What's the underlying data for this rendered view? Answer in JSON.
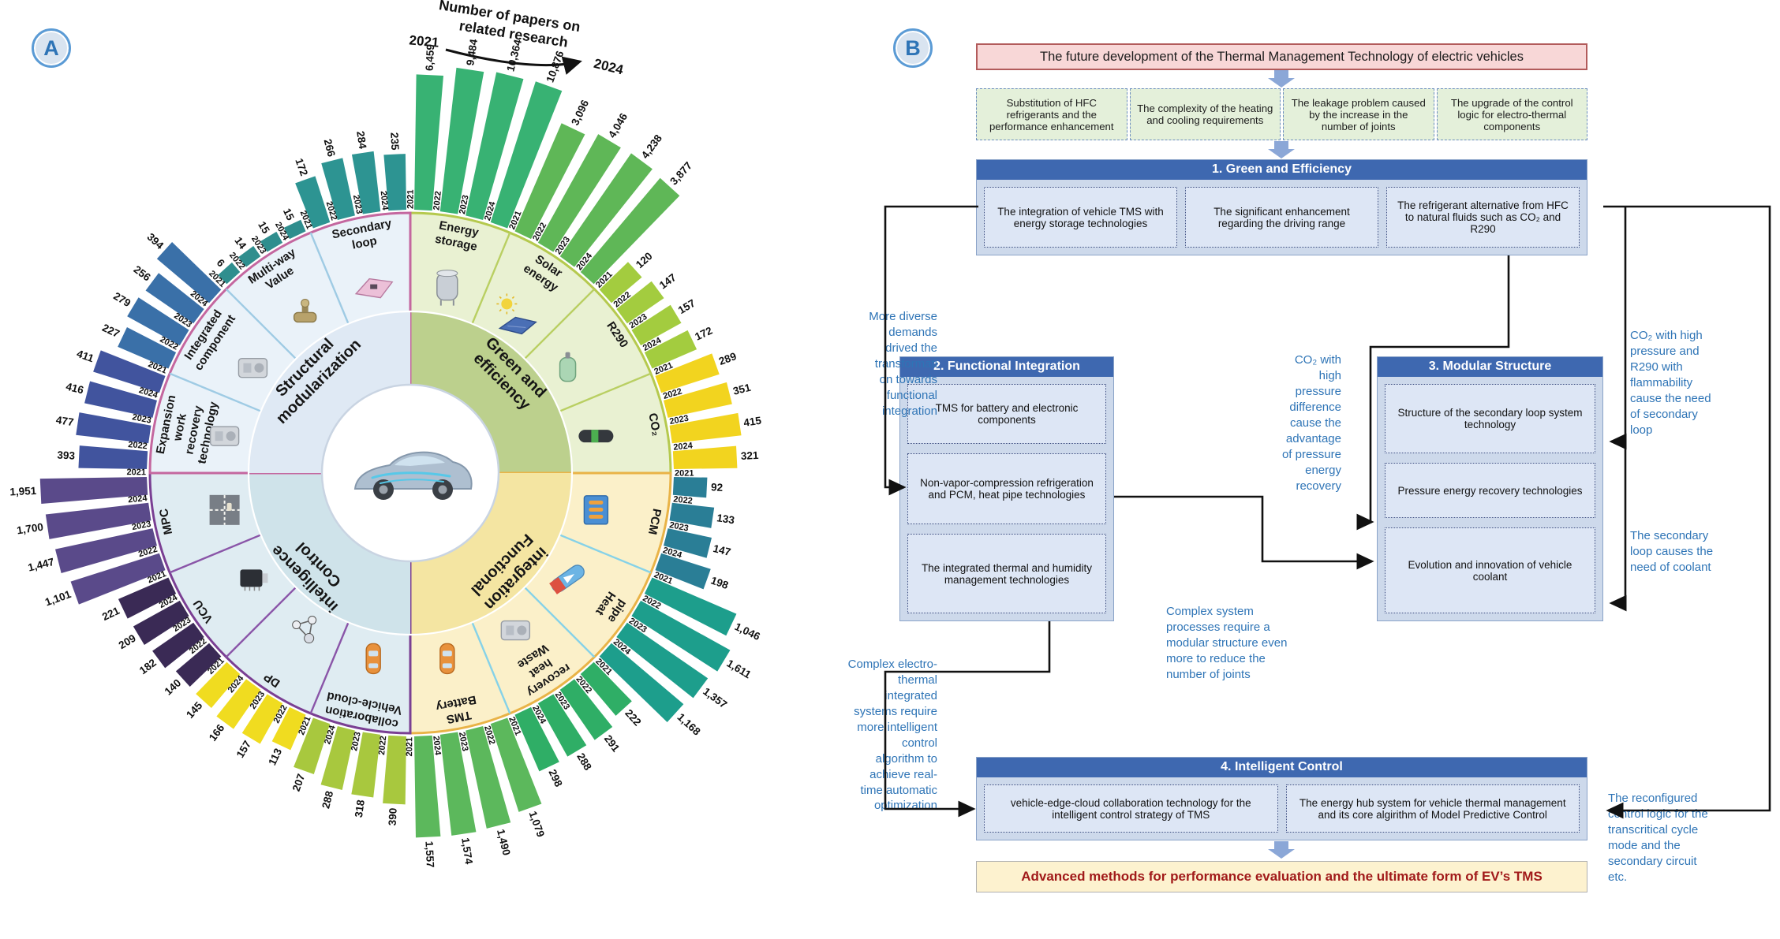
{
  "figure_type": "two-panel scientific figure on EV thermal management technology",
  "panel_a": {
    "badge": "A",
    "title_lines": [
      "Number of papers on",
      "related research"
    ],
    "arrow_start_year": "2021",
    "arrow_end_year": "2024",
    "center_image": "ev-car-thermal-cutaway"
  },
  "chart_data": {
    "type": "radial-bar",
    "title": "Number of papers on related research",
    "years": [
      "2021",
      "2022",
      "2023",
      "2024"
    ],
    "legend_note": "bars per section run clockwise from 2021 to 2024",
    "quadrants": [
      {
        "id": "green",
        "label_lines": [
          "Green and",
          "efficiency"
        ],
        "wedge_fill": "#bcd08d",
        "ring_fill": "#e9f1d2",
        "border": "#b5c94e",
        "divider": "#b9cf62"
      },
      {
        "id": "functional",
        "label_lines": [
          "Functional",
          "integration"
        ],
        "wedge_fill": "#f4e5a2",
        "ring_fill": "#fbf0c9",
        "border": "#e9b347",
        "divider": "#86d2e8"
      },
      {
        "id": "control",
        "label_lines": [
          "Control",
          "intelligence"
        ],
        "wedge_fill": "#cfe3ea",
        "ring_fill": "#dfecf2",
        "border": "#7a3f93",
        "divider": "#8a55a8"
      },
      {
        "id": "structural",
        "label_lines": [
          "Structural",
          "modularization"
        ],
        "wedge_fill": "#dfe9f4",
        "ring_fill": "#eaf2f9",
        "border": "#c4679f",
        "divider": "#9fcbe4"
      }
    ],
    "sections": [
      {
        "name": "Energy storage",
        "label_lines": [
          "Energy",
          "storage"
        ],
        "quadrant": 0,
        "icon": "tank",
        "color": "#38b273",
        "values": [
          6459,
          9484,
          10364,
          10876
        ]
      },
      {
        "name": "Solar energy",
        "label_lines": [
          "Solar",
          "energy"
        ],
        "quadrant": 0,
        "icon": "solar",
        "color": "#5fb757",
        "values": [
          3096,
          4046,
          4238,
          3877
        ]
      },
      {
        "name": "R290",
        "label_lines": [
          "R290"
        ],
        "quadrant": 0,
        "icon": "cylv",
        "color": "#a3cc3f",
        "values": [
          120,
          147,
          157,
          172
        ]
      },
      {
        "name": "CO₂",
        "label_lines": [
          "CO₂"
        ],
        "quadrant": 0,
        "icon": "cylh",
        "color": "#f2d41f",
        "values": [
          289,
          351,
          415,
          321
        ]
      },
      {
        "name": "PCM",
        "label_lines": [
          "PCM"
        ],
        "quadrant": 1,
        "icon": "pcm",
        "color": "#2a7e96",
        "values": [
          92,
          133,
          147,
          198
        ]
      },
      {
        "name": "Heat pipe",
        "label_lines": [
          "Heat",
          "pipe"
        ],
        "quadrant": 1,
        "icon": "pipe",
        "color": "#1d9e8c",
        "values": [
          1046,
          1611,
          1357,
          1168
        ]
      },
      {
        "name": "Waste heat recovery",
        "label_lines": [
          "Waste",
          "heat",
          "recovery"
        ],
        "quadrant": 1,
        "icon": "machine",
        "color": "#2fae66",
        "values": [
          222,
          291,
          288,
          298
        ]
      },
      {
        "name": "Battery TMS",
        "label_lines": [
          "Battery",
          "TMS"
        ],
        "quadrant": 1,
        "icon": "cartop",
        "color": "#5cb85c",
        "values": [
          1079,
          1490,
          1574,
          1557
        ]
      },
      {
        "name": "Vehicle-cloud collaboration",
        "label_lines": [
          "Vehicle-cloud",
          "collaboration"
        ],
        "quadrant": 2,
        "icon": "cartop",
        "color": "#a8c83e",
        "values": [
          390,
          318,
          288,
          207
        ]
      },
      {
        "name": "DP",
        "label_lines": [
          "DP"
        ],
        "quadrant": 2,
        "icon": "nodes",
        "color": "#f0dc20",
        "values": [
          113,
          157,
          166,
          145
        ]
      },
      {
        "name": "VCU",
        "label_lines": [
          "VCU"
        ],
        "quadrant": 2,
        "icon": "ecu",
        "color": "#3a2a55",
        "values": [
          140,
          182,
          209,
          221
        ]
      },
      {
        "name": "MPC",
        "label_lines": [
          "MPC"
        ],
        "quadrant": 2,
        "icon": "road",
        "color": "#5a4a8a",
        "values": [
          1101,
          1447,
          1700,
          1951
        ]
      },
      {
        "name": "Expansion work recovery technology",
        "label_lines": [
          "Expansion",
          "work",
          "recovery",
          "technology"
        ],
        "quadrant": 3,
        "icon": "machine",
        "color": "#41549e",
        "values": [
          393,
          477,
          416,
          411
        ]
      },
      {
        "name": "Integrated component",
        "label_lines": [
          "Integrated",
          "component"
        ],
        "quadrant": 3,
        "icon": "machine",
        "color": "#3a70a8",
        "values": [
          227,
          279,
          256,
          394
        ]
      },
      {
        "name": "Multi-way Value",
        "label_lines": [
          "Multi-way",
          "Value"
        ],
        "quadrant": 3,
        "icon": "valve",
        "color": "#2f8e8e",
        "values": [
          6,
          14,
          15,
          15
        ]
      },
      {
        "name": "Secondary loop",
        "label_lines": [
          "Secondary",
          "loop"
        ],
        "quadrant": 3,
        "icon": "plate",
        "color": "#2d9492",
        "values": [
          172,
          266,
          284,
          235
        ]
      }
    ]
  },
  "panel_b": {
    "badge": "B",
    "title": "The future development of the Thermal Management Technology of electric vehicles",
    "challenges": [
      "Substitution of HFC refrigerants and the performance enhancement",
      "The complexity of the heating and cooling requirements",
      "The leakage problem caused by the increase in the number of joints",
      "The upgrade of the control logic for electro-thermal components"
    ],
    "sections": [
      {
        "header": "1. Green and Efficiency",
        "items": [
          "The integration of vehicle TMS with energy storage technologies",
          "The significant enhancement regarding the driving range",
          "The refrigerant alternative from HFC to natural fluids such as CO₂ and R290"
        ]
      },
      {
        "header": "2. Functional Integration",
        "items": [
          "TMS for battery and electronic components",
          "Non-vapor-compression refrigeration and PCM, heat pipe technologies",
          "The integrated thermal and humidity management technologies"
        ]
      },
      {
        "header": "3. Modular Structure",
        "items": [
          "Structure of the secondary loop system technology",
          "Pressure energy recovery technologies",
          "Evolution and innovation of vehicle coolant"
        ]
      },
      {
        "header": "4. Intelligent Control",
        "items": [
          "vehicle-edge-cloud collaboration technology for the intelligent control strategy of TMS",
          "The energy hub system for vehicle thermal management and its core algirithm of Model Predictive Control"
        ]
      }
    ],
    "outcome": "Advanced methods for performance evaluation and the ultimate form of EV’s TMS",
    "annotations": {
      "left_top": "More diverse\ndemands\ndrived the\ntransformati\non towards\nfunctional\nintegration",
      "mid_top": "CO₂ with\nhigh\npressure\ndifference\ncause the\nadvantage\nof pressure\nenergy\nrecovery",
      "right_top": "CO₂ with high\npressure and\nR290 with\nflammability\ncause the need\nof secondary\nloop",
      "right_mid": "The secondary\nloop causes the\nneed of coolant",
      "mid_bottom": "Complex system\nprocesses require a\nmodular structure even\nmore to reduce the\nnumber of joints",
      "left_bottom": "Complex electro-\nthermal\nintegrated\nsystems require\nmore intelligent\ncontrol\nalgorithm to\nachieve real-\ntime automatic\noptimization",
      "right_bottom": "The reconfigured\ncontrol logic for the\ntranscritical cycle\nmode and the\nsecondary circuit\netc."
    },
    "colors": {
      "header_blue": "#3e68b0",
      "box_fill": "#dde6f5",
      "annotation_blue": "#2e74b6",
      "outcome_text": "#a11a1a",
      "title_fill": "#f8d7d7",
      "challenge_fill": "#e4f0da"
    }
  }
}
